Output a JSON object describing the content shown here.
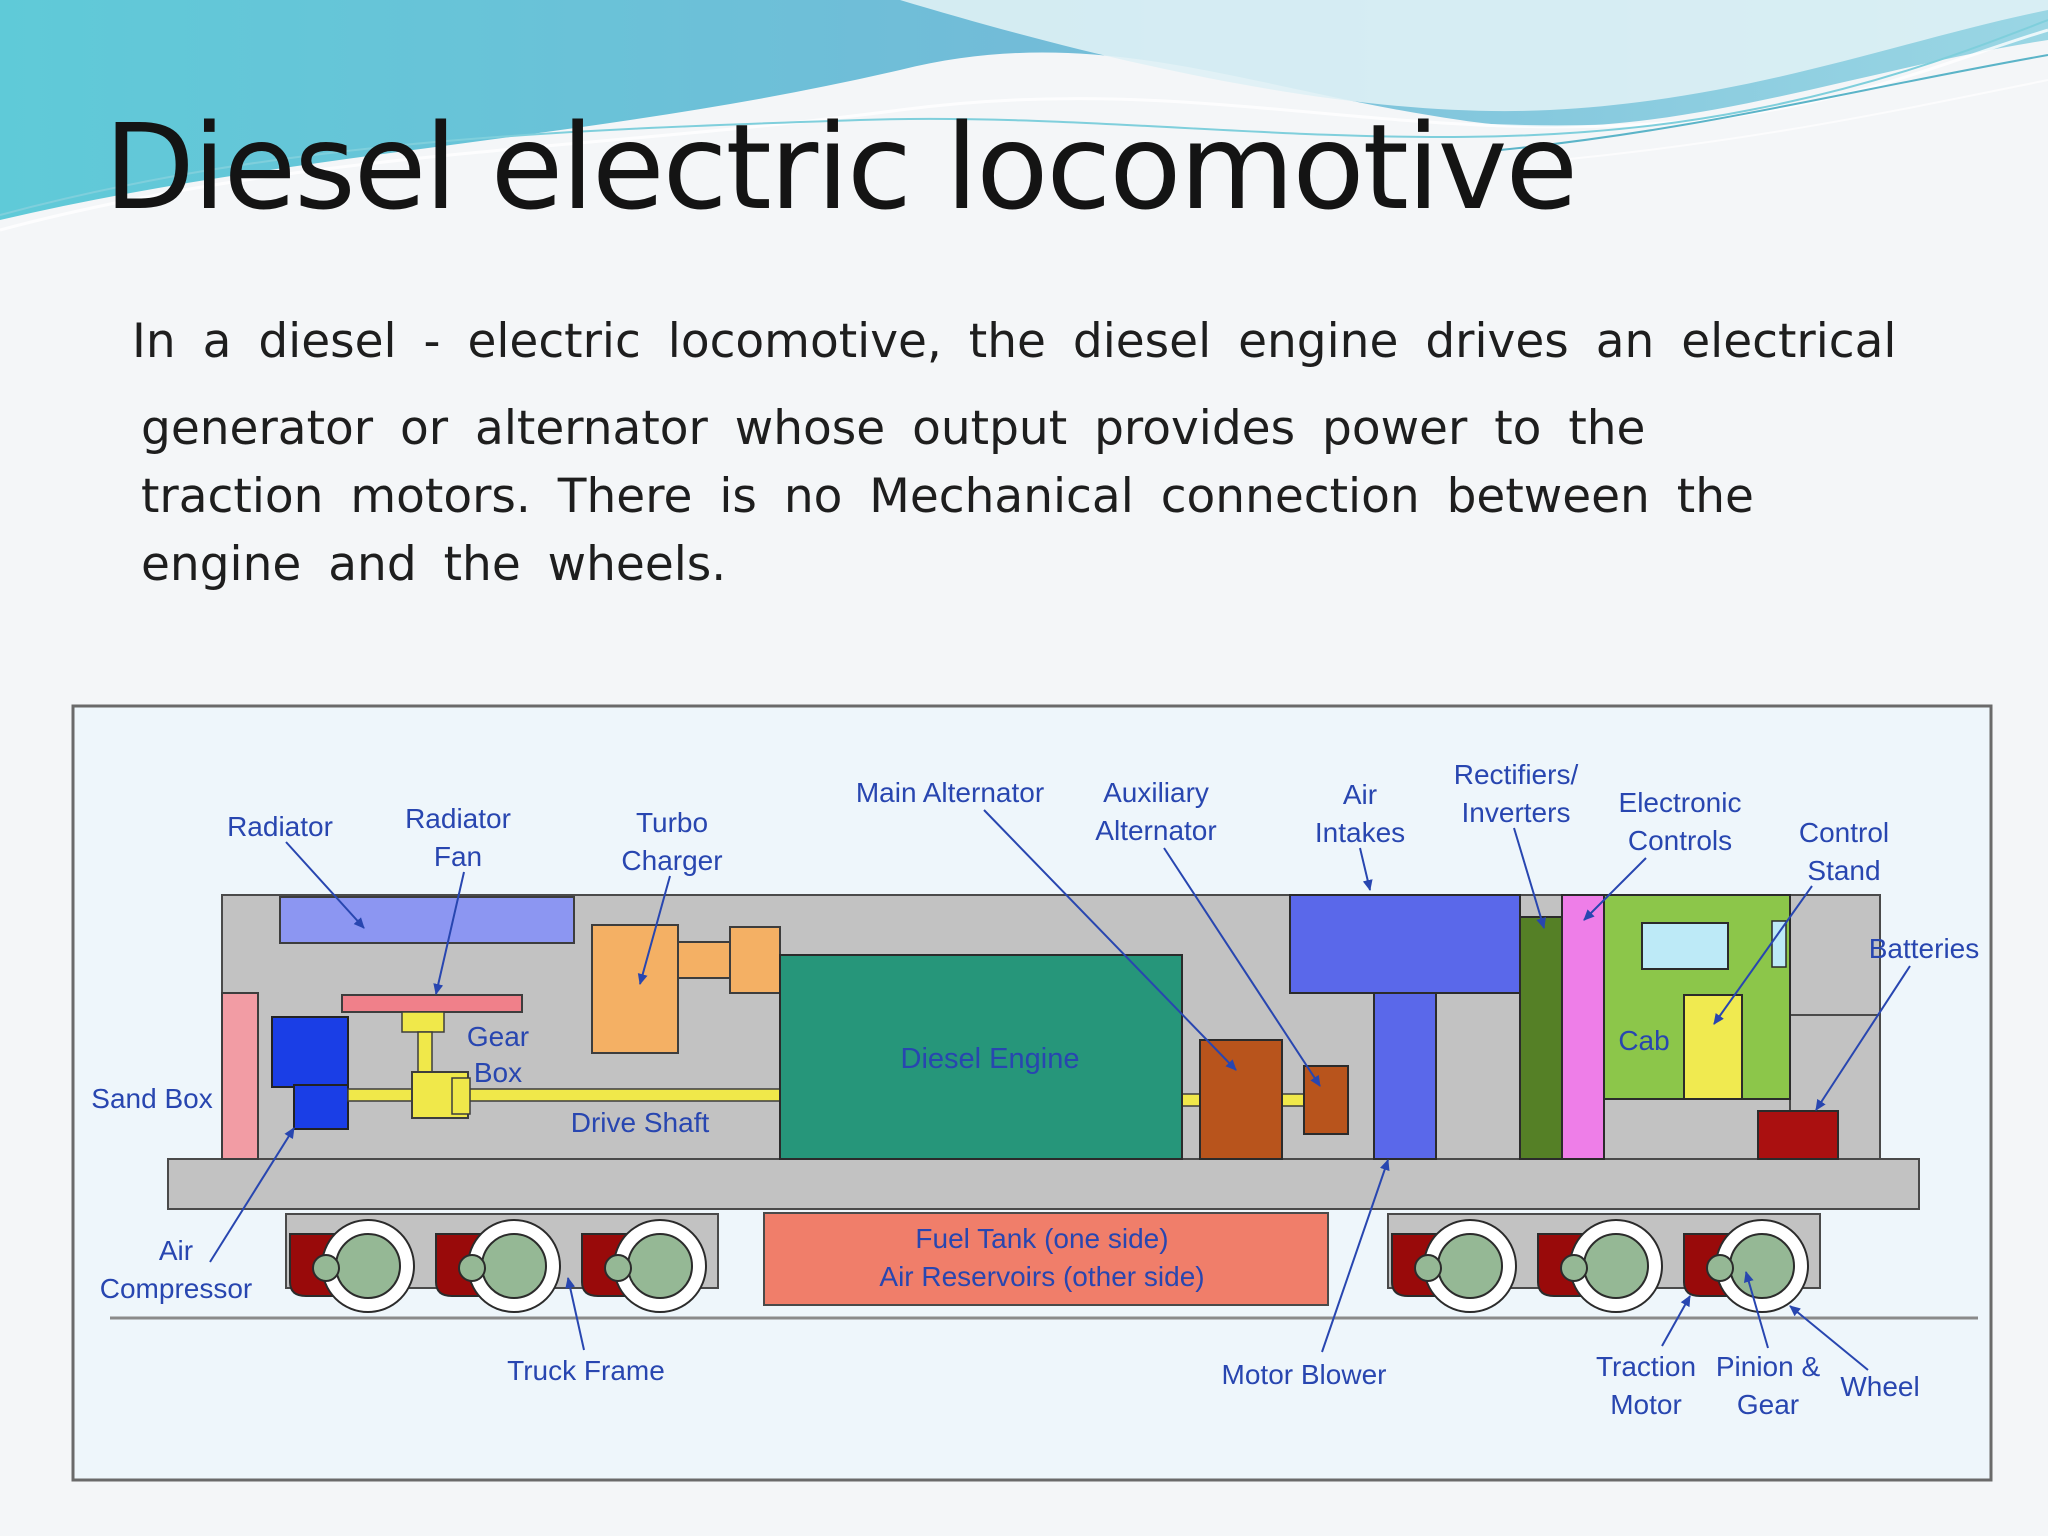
{
  "slide": {
    "title": "Diesel electric locomotive",
    "body_lines": [
      "In  a  diesel - electric  locomotive,  the  diesel  engine  drives  an  electrical",
      "generator  or  alternator   whose   output   provides   power  to  the",
      "traction  motors.  There  is  no  Mechanical  connection  between  the",
      "engine  and  the  wheels."
    ]
  },
  "diagram": {
    "labels": {
      "radiator": "Radiator",
      "radiator_fan_1": "Radiator",
      "radiator_fan_2": "Fan",
      "turbo_charger_1": "Turbo",
      "turbo_charger_2": "Charger",
      "main_alternator": "Main Alternator",
      "auxiliary_alternator_1": "Auxiliary",
      "auxiliary_alternator_2": "Alternator",
      "air_intakes_1": "Air",
      "air_intakes_2": "Intakes",
      "rectifiers_inverters_1": "Rectifiers/",
      "rectifiers_inverters_2": "Inverters",
      "electronic_controls_1": "Electronic",
      "electronic_controls_2": "Controls",
      "control_stand_1": "Control",
      "control_stand_2": "Stand",
      "batteries": "Batteries",
      "gear_box_1": "Gear",
      "gear_box_2": "Box",
      "sand_box": "Sand Box",
      "drive_shaft": "Drive Shaft",
      "diesel_engine": "Diesel Engine",
      "cab": "Cab",
      "fuel_tank_1": "Fuel Tank (one side)",
      "fuel_tank_2": "Air Reservoirs (other side)",
      "air_compressor_1": "Air",
      "air_compressor_2": "Compressor",
      "truck_frame": "Truck Frame",
      "motor_blower": "Motor Blower",
      "traction_motor_1": "Traction",
      "traction_motor_2": "Motor",
      "pinion_gear_1": "Pinion &",
      "pinion_gear_2": "Gear",
      "wheel": "Wheel"
    },
    "colors": {
      "label_blue": "#2846b0",
      "body_gray": "#c2c2c2",
      "radiator": "#8c96f2",
      "turbo": "#f4b064",
      "diesel_engine": "#26967a",
      "alternator": "#b8541c",
      "air_intake": "#5a68ea",
      "rectifier": "#558026",
      "electronic_controls": "#ee7ee8",
      "cab": "#8cc64a",
      "battery": "#aa1010",
      "fuel_tank": "#f07e6a",
      "traction_motor": "#990a0a",
      "wheel": "#95b895",
      "sand_box": "#f29ca4",
      "air_compressor": "#1a3ee6",
      "shaft": "#f0e84a",
      "fan": "#f0808a"
    }
  }
}
